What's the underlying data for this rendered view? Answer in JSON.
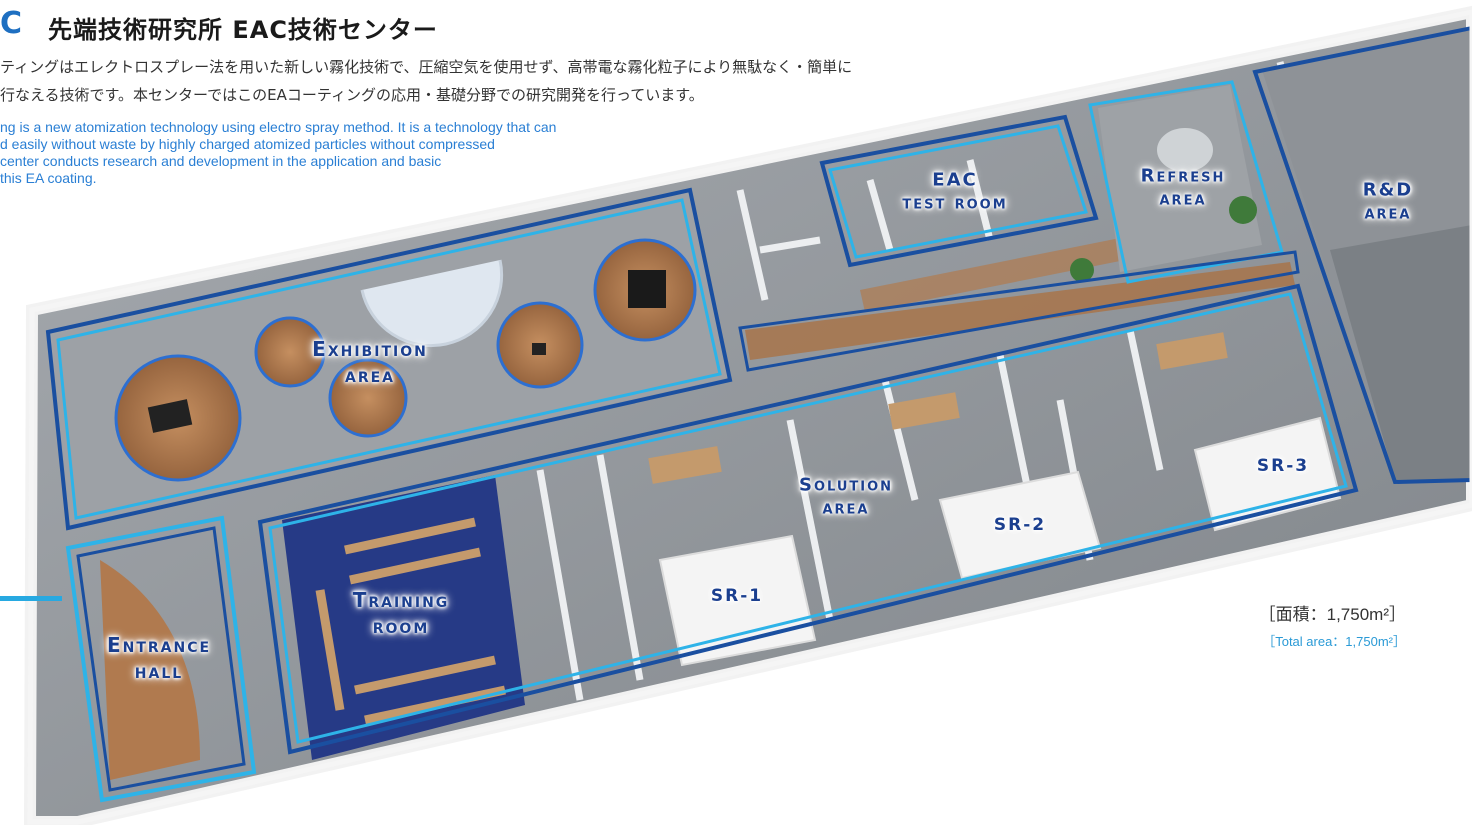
{
  "header": {
    "brand_mark": "C",
    "title": "先端技術研究所 EAC技術センター"
  },
  "description": {
    "jp_line1": "ティングはエレクトロスプレー法を用いた新しい霧化技術で、圧縮空気を使用せず、高帯電な霧化粒子により無駄なく・簡単に",
    "jp_line2": "行なえる技術です。本センターではこのEAコーティングの応用・基礎分野での研究開発を行っています。",
    "en_line1": "ng is a new atomization technology using electro spray method. It is a technology that can",
    "en_line2": "d easily without waste by highly charged atomized particles without compressed",
    "en_line3": "center conducts research and development in the application and basic",
    "en_line4": "this EA coating."
  },
  "areas": {
    "exhibition": [
      "Exhibition",
      "area"
    ],
    "eac_test": [
      "EAC",
      "test room"
    ],
    "refresh": [
      "Refresh",
      "area"
    ],
    "rnd": [
      "R&D",
      "area"
    ],
    "solution": [
      "Solution",
      "area"
    ],
    "sr1": "SR-1",
    "sr2": "SR-2",
    "sr3": "SR-3",
    "training": [
      "Training",
      "room"
    ],
    "entrance": [
      "Entrance",
      "hall"
    ]
  },
  "total_area": {
    "jp": "［面積：1,750m²］",
    "en": "［Total area：1,750m²］"
  },
  "colors": {
    "outline_dark": "#1a4fa0",
    "outline_light": "#2eb3e8",
    "floor": "#8d9196",
    "wood": "#b07a4f",
    "carpet": "#23357a"
  }
}
